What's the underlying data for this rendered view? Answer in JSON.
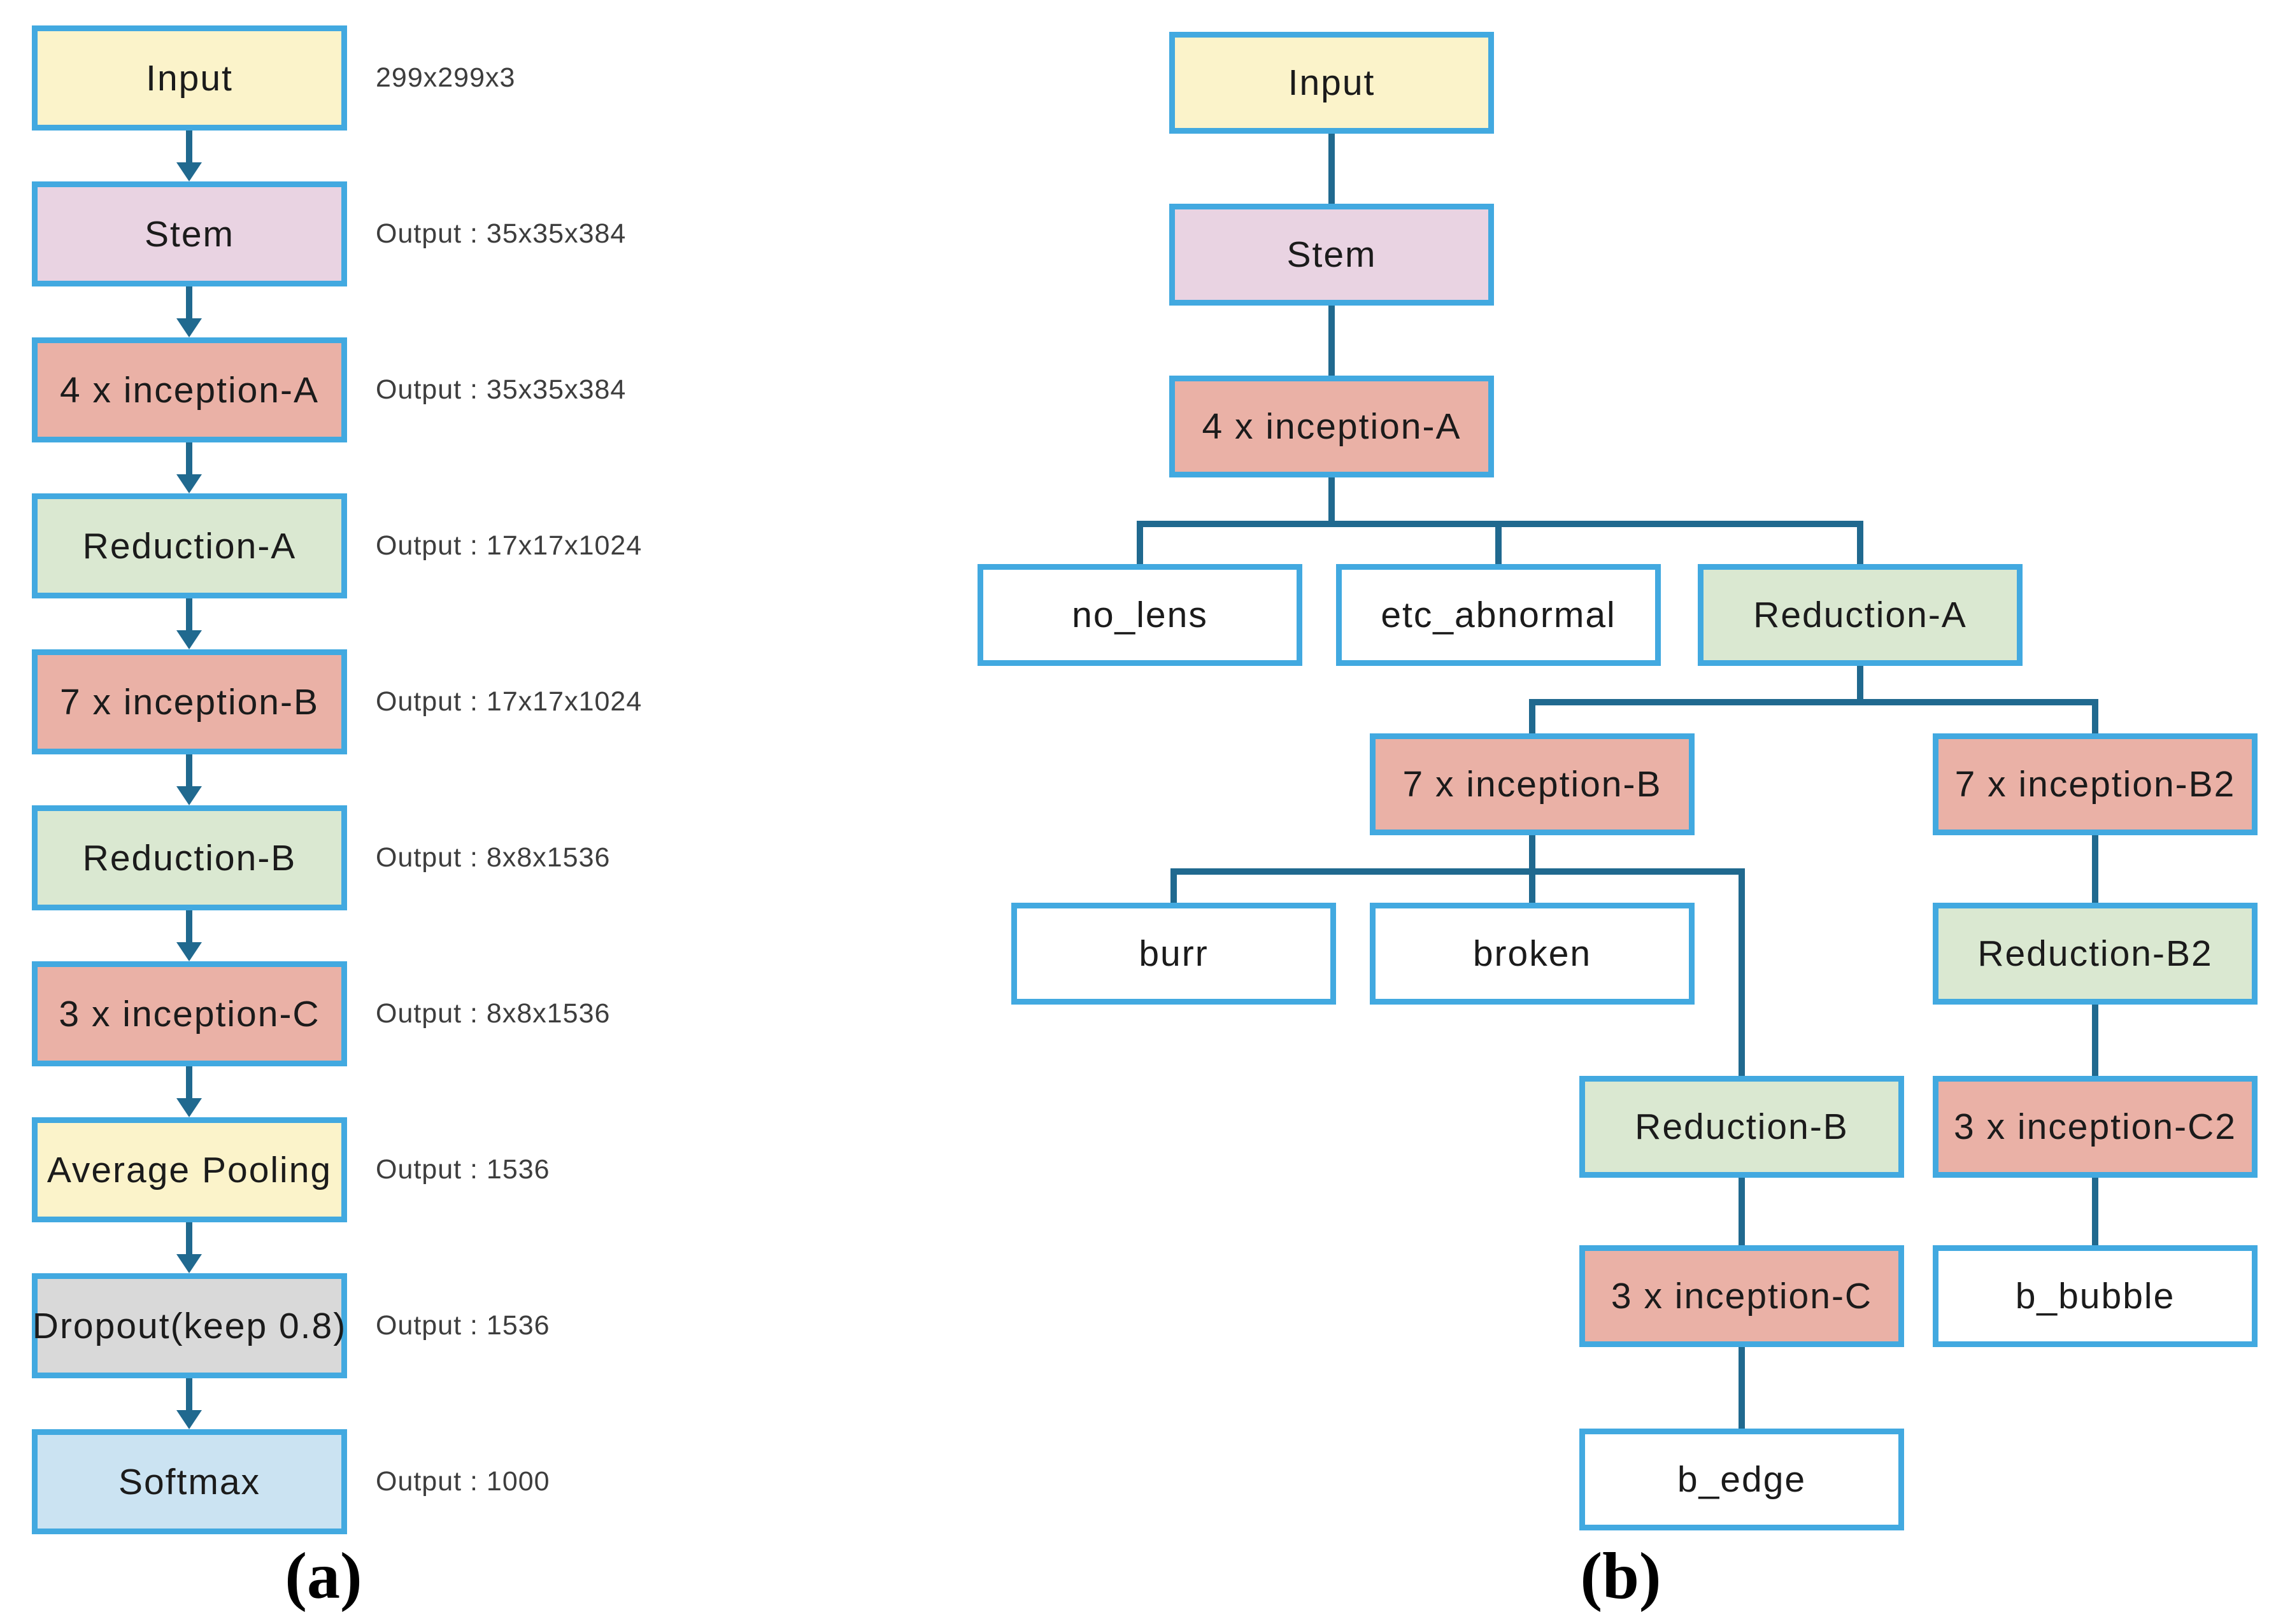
{
  "figure": {
    "caption_a": "(a)",
    "caption_b": "(b)"
  },
  "colors": {
    "border": "#42a9e0",
    "line": "#20698f",
    "text": "#1b1b1b",
    "annotation": "#3d3d3d",
    "yellow": "#fbf3ca",
    "pink": "#e9d3e2",
    "salmon": "#eab1a6",
    "green": "#dae8d1",
    "gray": "#d9d9d9",
    "blue": "#cbe3f2",
    "white": "#ffffff"
  },
  "diagram_a": {
    "nodes": [
      {
        "label": "Input",
        "annotation": "299x299x3"
      },
      {
        "label": "Stem",
        "annotation": "Output : 35x35x384"
      },
      {
        "label": "4 x inception-A",
        "annotation": "Output : 35x35x384"
      },
      {
        "label": "Reduction-A",
        "annotation": "Output : 17x17x1024"
      },
      {
        "label": "7 x inception-B",
        "annotation": "Output : 17x17x1024"
      },
      {
        "label": "Reduction-B",
        "annotation": "Output : 8x8x1536"
      },
      {
        "label": "3 x inception-C",
        "annotation": "Output : 8x8x1536"
      },
      {
        "label": "Average Pooling",
        "annotation": "Output : 1536"
      },
      {
        "label": "Dropout(keep 0.8)",
        "annotation": "Output : 1536"
      },
      {
        "label": "Softmax",
        "annotation": "Output : 1000"
      }
    ]
  },
  "diagram_b": {
    "nodes": {
      "input": "Input",
      "stem": "Stem",
      "inception_a": "4 x inception-A",
      "no_lens": "no_lens",
      "etc_abnormal": "etc_abnormal",
      "reduction_a": "Reduction-A",
      "inception_b": "7 x inception-B",
      "inception_b2": "7 x inception-B2",
      "burr": "burr",
      "broken": "broken",
      "reduction_b2": "Reduction-B2",
      "reduction_b": "Reduction-B",
      "inception_c2": "3 x inception-C2",
      "inception_c": "3 x inception-C",
      "b_bubble": "b_bubble",
      "b_edge": "b_edge"
    }
  }
}
